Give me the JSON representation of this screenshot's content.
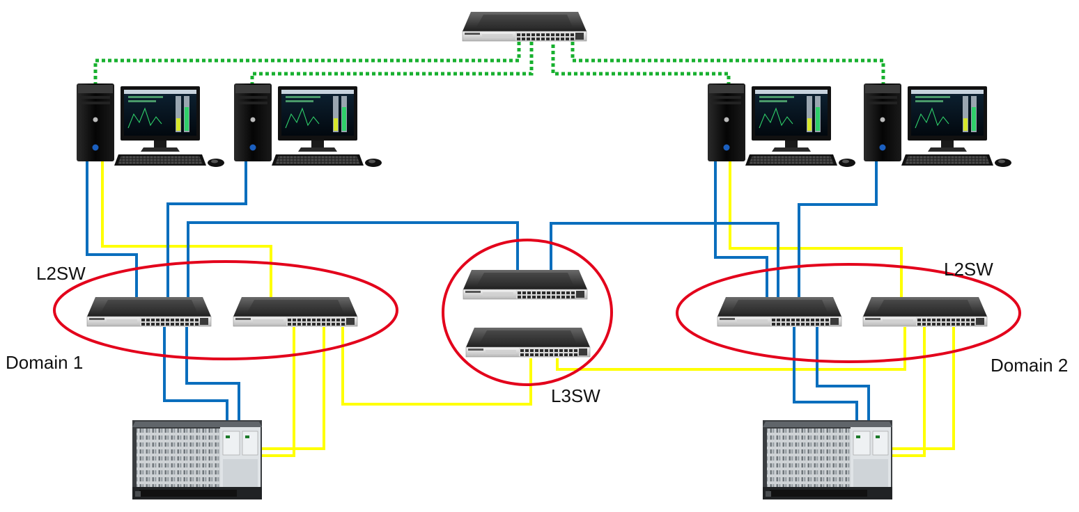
{
  "labels": {
    "l2sw_left": "L2SW",
    "l2sw_right": "L2SW",
    "l3sw": "L3SW",
    "domain1": "Domain 1",
    "domain2": "Domain 2"
  },
  "colors": {
    "control_network": "#0a6ebd",
    "io_network": "#ffff00",
    "information_network": "#18b02f",
    "domain_outline": "#e3001b"
  },
  "icons": {
    "workstation": "desktop-computer-icon",
    "switch": "network-switch-icon",
    "controller": "plc-rack-icon"
  }
}
